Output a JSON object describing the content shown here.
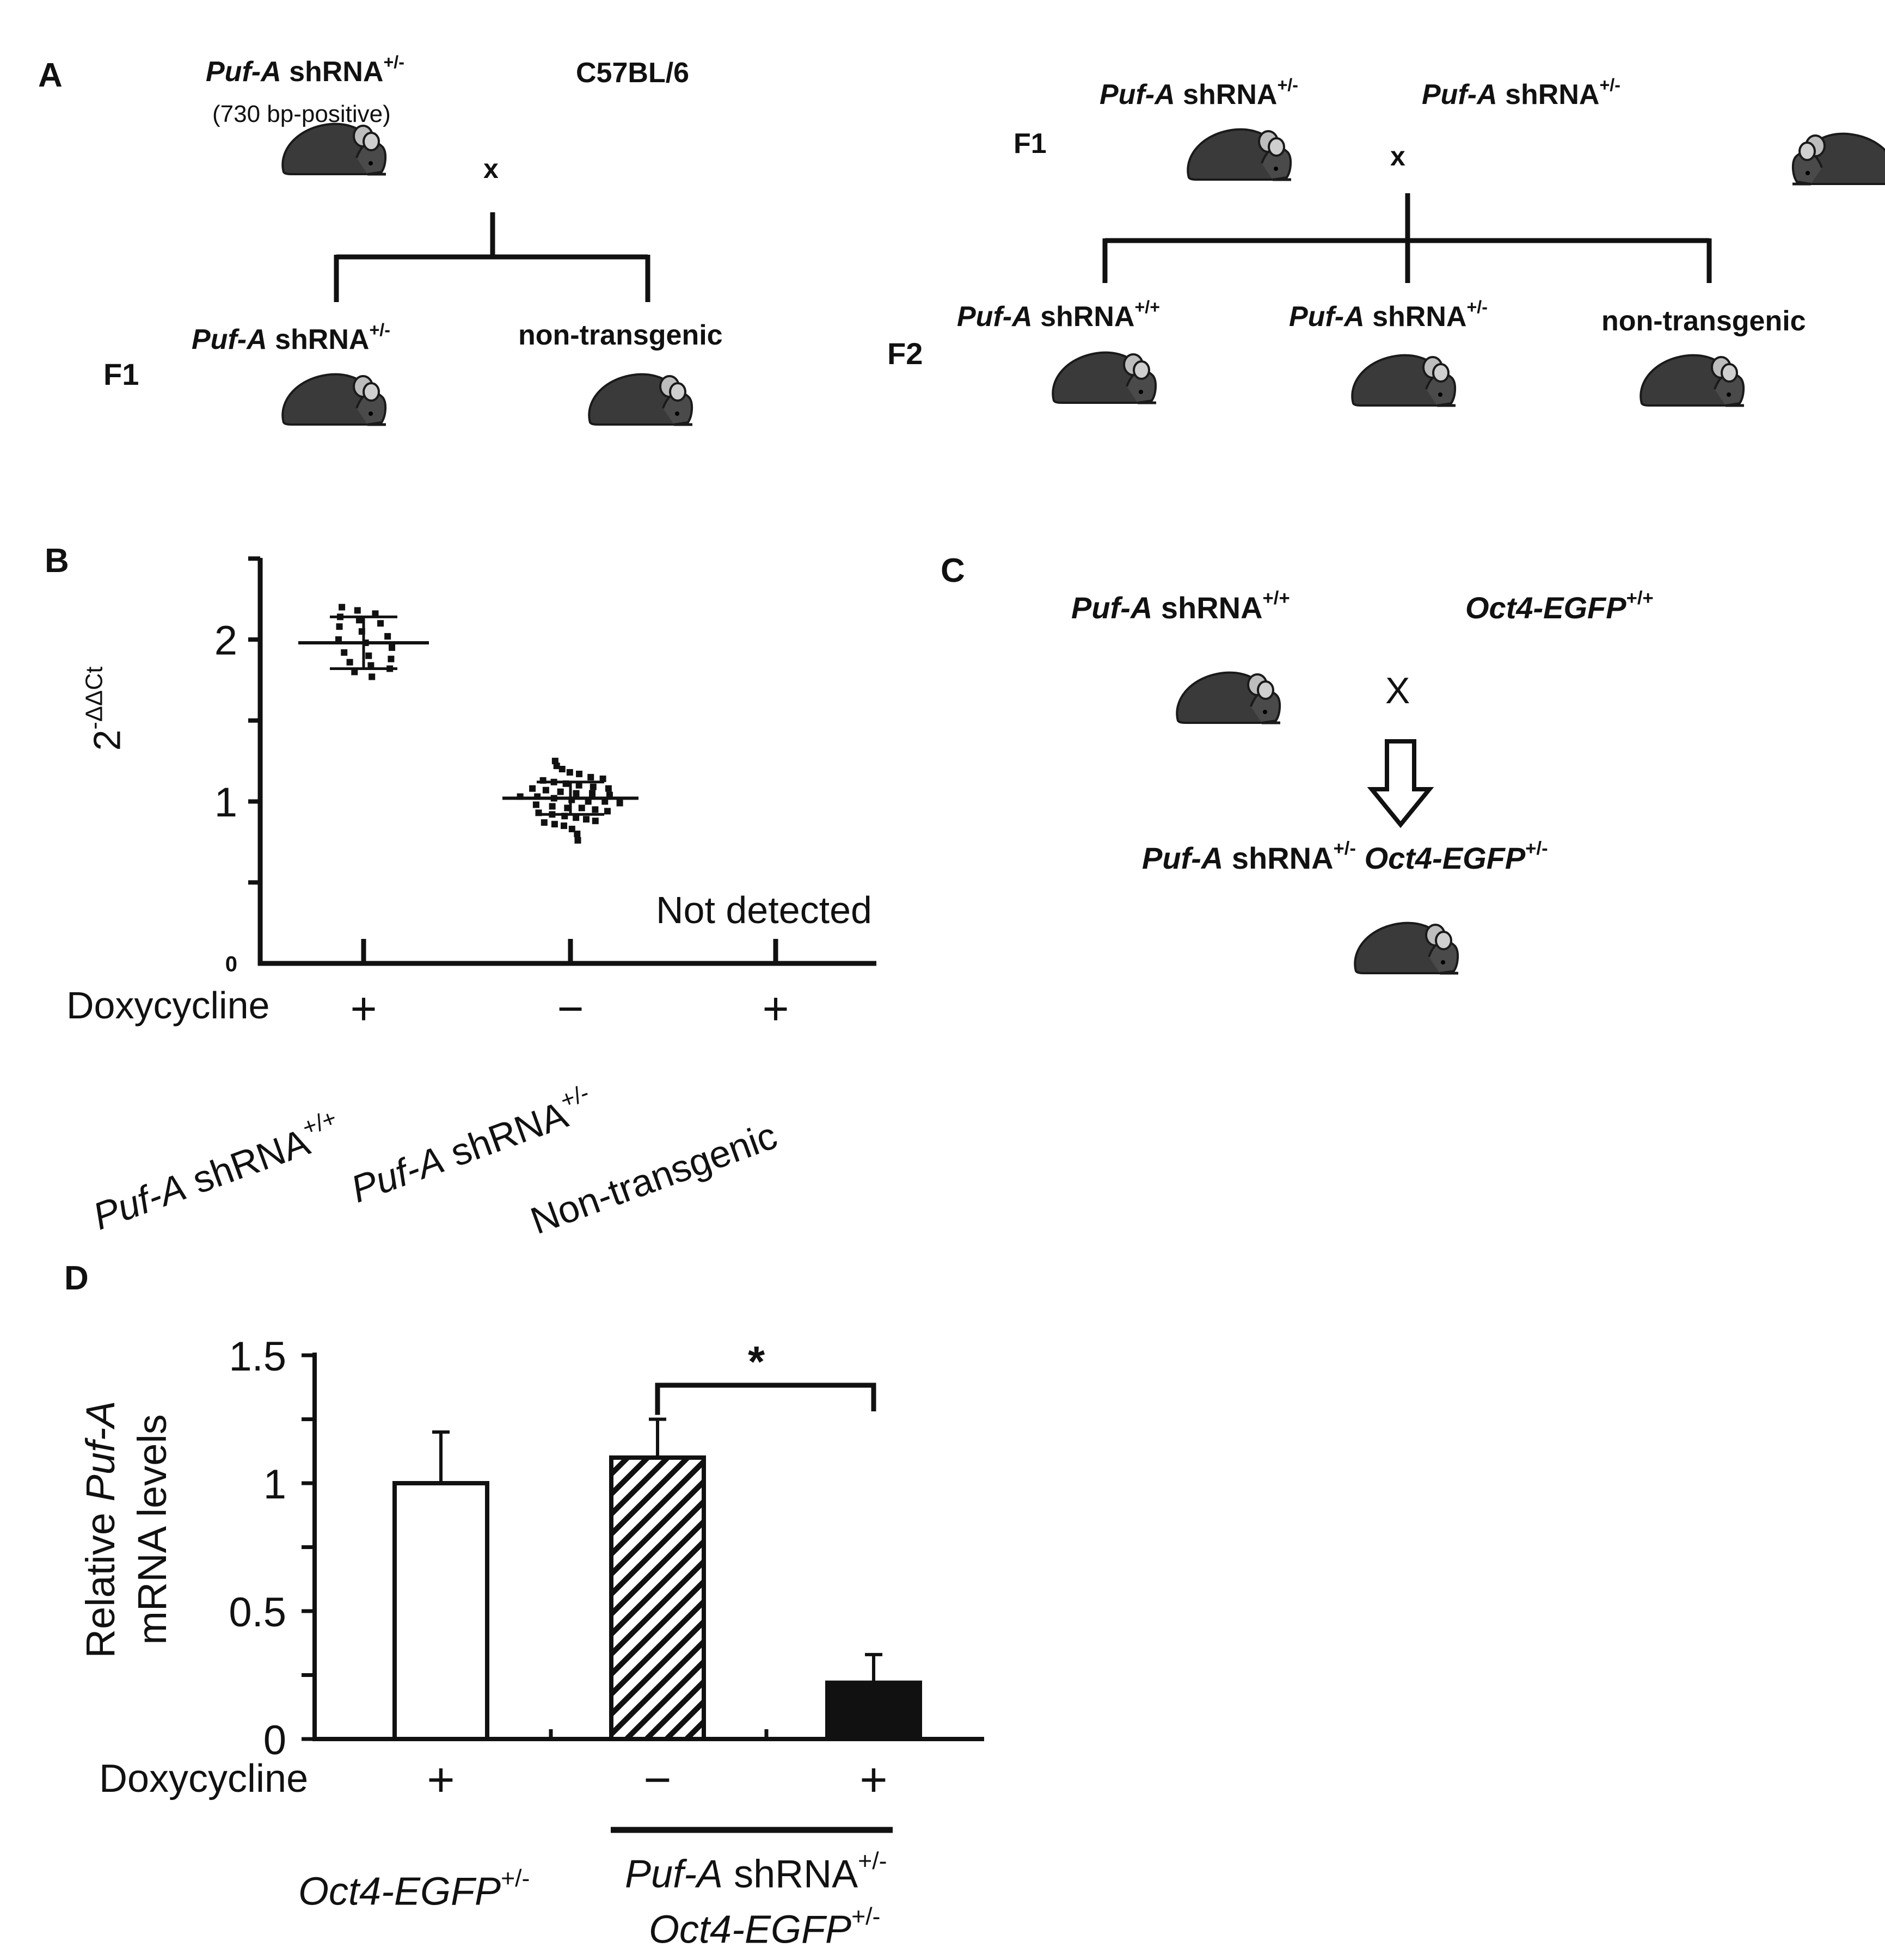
{
  "panel_a": {
    "letter": "A",
    "cross1": {
      "parent_left": {
        "gene": "Puf-A",
        "rest": " shRNA",
        "sup": "+/-",
        "note": "(730 bp-positive)"
      },
      "parent_right": "C57BL/6",
      "cross_symbol": "x",
      "generation": "F1",
      "offspring_left": {
        "gene": "Puf-A",
        "rest": " shRNA",
        "sup": "+/-"
      },
      "offspring_right": "non-transgenic"
    },
    "cross2": {
      "generation_parent": "F1",
      "parent_left": {
        "gene": "Puf-A",
        "rest": " shRNA",
        "sup": "+/-"
      },
      "parent_right": {
        "gene": "Puf-A",
        "rest": " shRNA",
        "sup": "+/-"
      },
      "cross_symbol": "x",
      "generation": "F2",
      "offspring": [
        {
          "gene": "Puf-A",
          "rest": " shRNA",
          "sup": "+/+"
        },
        {
          "gene": "Puf-A",
          "rest": " shRNA",
          "sup": "+/-"
        },
        {
          "gene": "",
          "rest": "non-transgenic",
          "sup": ""
        }
      ]
    }
  },
  "panel_b": {
    "letter": "B",
    "ylabel": {
      "base": "2",
      "sup": "-ΔΔCt"
    },
    "treatment_label": "Doxycycline",
    "not_detected": "Not detected",
    "chart_data": {
      "type": "scatter",
      "ylim": [
        0,
        2.5
      ],
      "ytick_labels": [
        "0",
        "1",
        "2"
      ],
      "categories": [
        "Puf-A shRNA+/+",
        "Puf-A shRNA+/-",
        "Non-transgenic"
      ],
      "category_labels": [
        {
          "gene": "Puf-A",
          "rest": " shRNA",
          "sup": "+/+"
        },
        {
          "gene": "Puf-A",
          "rest": " shRNA",
          "sup": "+/-"
        },
        {
          "gene": "",
          "rest": "Non-transgenic",
          "sup": ""
        }
      ],
      "doxycycline": [
        "+",
        "−",
        "+"
      ],
      "groups": [
        {
          "mean": 1.98,
          "sd": 0.16,
          "points": [
            2.2,
            2.18,
            2.16,
            2.14,
            2.12,
            2.1,
            2.08,
            2.05,
            2.02,
            2.0,
            1.98,
            1.95,
            1.92,
            1.9,
            1.88,
            1.86,
            1.84,
            1.82,
            1.8,
            1.77
          ]
        },
        {
          "mean": 1.02,
          "sd": 0.1,
          "points": [
            1.25,
            1.22,
            1.2,
            1.18,
            1.17,
            1.15,
            1.14,
            1.13,
            1.12,
            1.11,
            1.1,
            1.09,
            1.08,
            1.08,
            1.07,
            1.06,
            1.05,
            1.05,
            1.04,
            1.03,
            1.03,
            1.02,
            1.01,
            1.0,
            1.0,
            0.99,
            0.98,
            0.97,
            0.96,
            0.96,
            0.95,
            0.94,
            0.93,
            0.92,
            0.91,
            0.9,
            0.89,
            0.88,
            0.87,
            0.86,
            0.85,
            0.83,
            0.8,
            0.76
          ]
        },
        {
          "mean": null,
          "sd": null,
          "points": []
        }
      ]
    }
  },
  "panel_c": {
    "letter": "C",
    "parent_left": {
      "gene": "Puf-A",
      "rest": " shRNA",
      "sup": "+/+"
    },
    "parent_right": {
      "gene": "Oct4-EGFP",
      "rest": "",
      "sup": "+/+"
    },
    "cross_symbol": "X",
    "offspring": {
      "gene1": "Puf-A",
      "rest1": " shRNA",
      "sup1": "+/-",
      "gene2": " Oct4-EGFP",
      "sup2": "+/-"
    }
  },
  "panel_d": {
    "letter": "D",
    "ylabel_line1": {
      "pre": "Relative ",
      "gene": "Puf-A"
    },
    "ylabel_line2": "mRNA levels",
    "treatment_label": "Doxycycline",
    "significance": "*",
    "group1_label": {
      "gene": "Oct4-EGFP",
      "sup": "+/-"
    },
    "group2_label_line1": {
      "gene": "Puf-A",
      "rest": " shRNA",
      "sup": "+/-"
    },
    "group2_label_line2": {
      "gene": "Oct4-EGFP",
      "sup": "+/-"
    },
    "chart_data": {
      "type": "bar",
      "ylim": [
        0,
        1.5
      ],
      "ytick_labels": [
        "0",
        "0.5",
        "1",
        "1.5"
      ],
      "doxycycline": [
        "+",
        "−",
        "+"
      ],
      "values": [
        1.0,
        1.1,
        0.22
      ],
      "errors": [
        0.2,
        0.15,
        0.11
      ],
      "fills": [
        "white",
        "hatched",
        "black"
      ]
    }
  }
}
